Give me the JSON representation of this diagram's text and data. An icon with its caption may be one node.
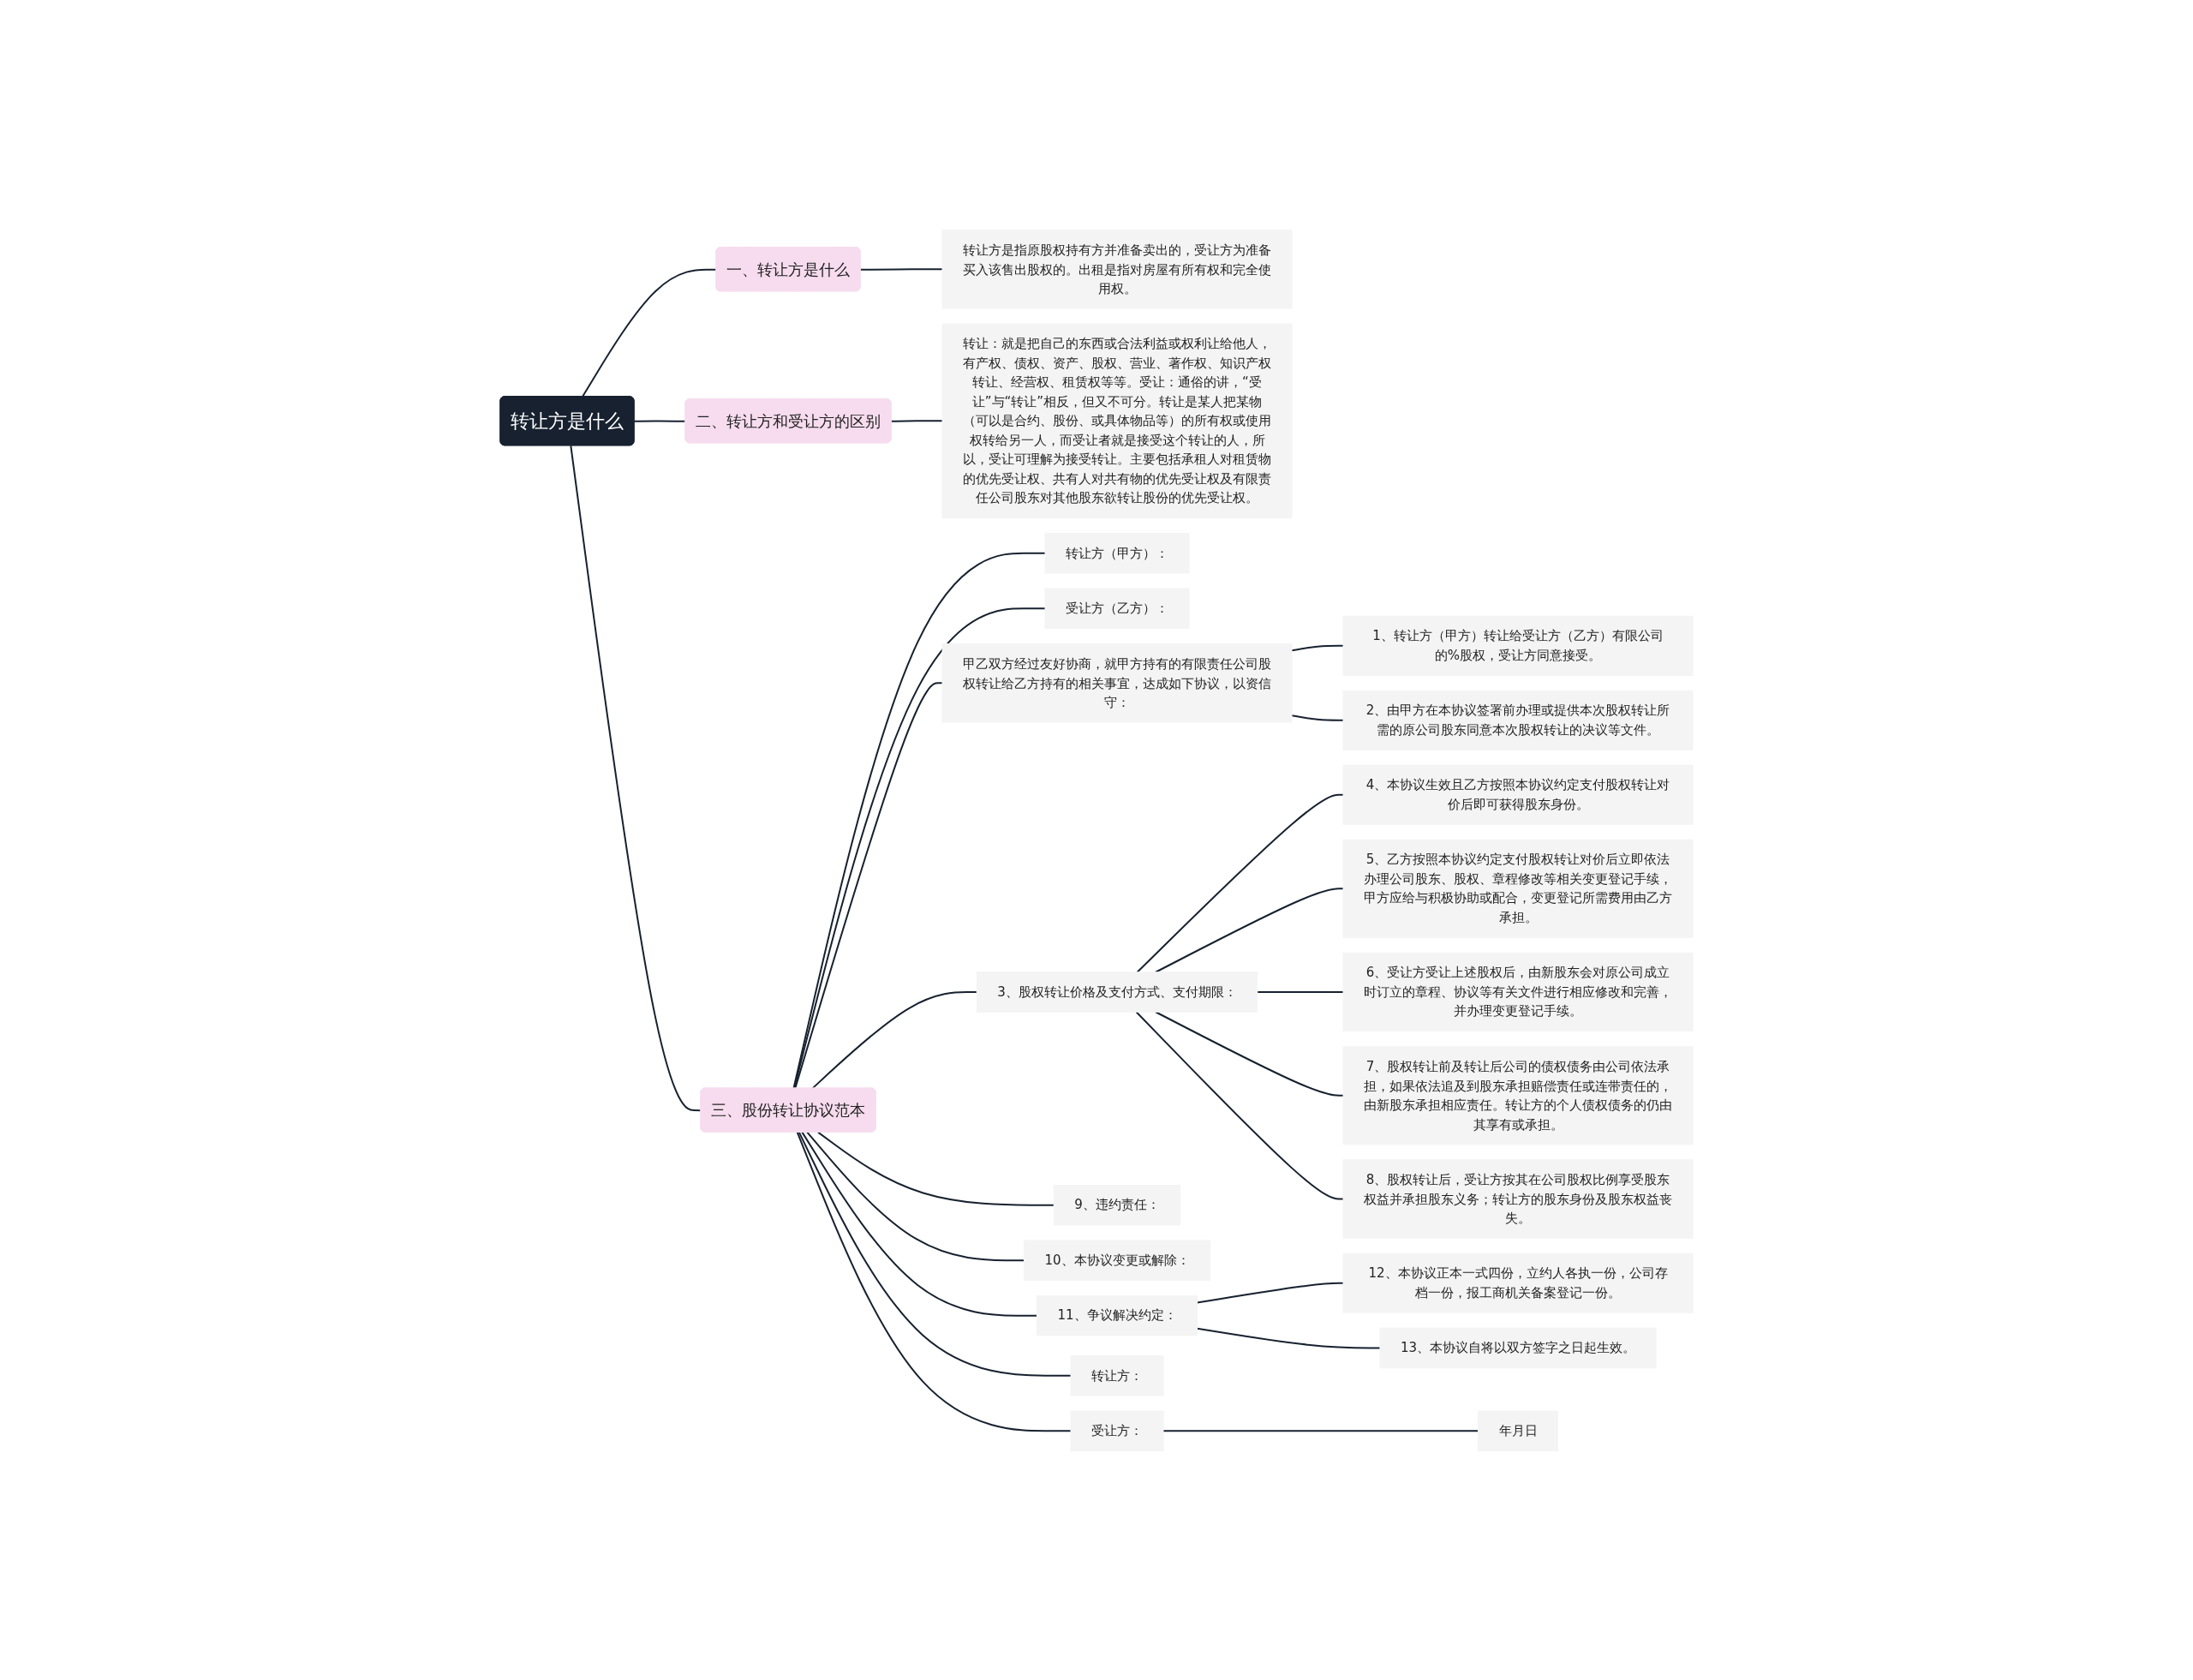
{
  "diagram": {
    "nodes": [
      {
        "text": [
          "转让方是什么"
        ]
      },
      {
        "text": [
          "一、转让方是什么"
        ]
      },
      {
        "text": [
          "转让方是指原股权持有方并准备卖出的，受让方为准备买入该售出股权的。出租是指对房屋有所有权和完全使用权。"
        ]
      },
      {
        "text": [
          "二、转让方和受让方的区别"
        ]
      },
      {
        "text": [
          "转让：就是把自己的东西或合法利益或权利让给他人，有产权、债权、资产、股权、营业、著作权、知识产权转让、经营权、租赁权等等。受让：通俗的讲，“受让”与“转让”相反，但又不可分。转让是某人把某物（可以是合约、股份、或具体物品等）的所有权或使用权转给另一人，而受让者就是接受这个转让的人，所以，受让可理解为接受转让。主要包括承租人对租赁物的优先受让权、共有人对共有物的优先受让权及有限责任公司股东对其他股东欲转让股份的优先受让权。"
        ]
      },
      {
        "text": [
          "三、股份转让协议范本"
        ]
      },
      {
        "text": [
          "转让方（甲方）："
        ]
      },
      {
        "text": [
          "受让方（乙方）："
        ]
      },
      {
        "text": [
          "甲乙双方经过友好协商，就甲方持有的有限责任公司股权转让给乙方持有的相关事宜，达成如下协议，以资信守："
        ]
      },
      {
        "text": [
          "1、转让方（甲方）转让给受让方（乙方）有限公司的%股权，受让方同意接受。"
        ]
      },
      {
        "text": [
          "2、由甲方在本协议签署前办理或提供本次股权转让所需的原公司股东同意本次股权转让的决议等文件。"
        ]
      },
      {
        "text": [
          "3、股权转让价格及支付方式、支付期限："
        ]
      },
      {
        "text": [
          "4、本协议生效且乙方按照本协议约定支付股权转让对价后即可获得股东身份。"
        ]
      },
      {
        "text": [
          "5、乙方按照本协议约定支付股权转让对价后立即依法办理公司股东、股权、章程修改等相关变更登记手续，甲方应给与积极协助或配合，变更登记所需费用由乙方承担。"
        ]
      },
      {
        "text": [
          "6、受让方受让上述股权后，由新股东会对原公司成立时订立的章程、协议等有关文件进行相应修改和完善，并办理变更登记手续。"
        ]
      },
      {
        "text": [
          "7、股权转让前及转让后公司的债权债务由公司依法承担，如果依法追及到股东承担赔偿责任或连带责任的，由新股东承担相应责任。转让方的个人债权债务的仍由其享有或承担。"
        ]
      },
      {
        "text": [
          "8、股权转让后，受让方按其在公司股权比例享受股东权益并承担股东义务；转让方的股东身份及股东权益丧失。"
        ]
      },
      {
        "text": [
          "9、违约责任："
        ]
      },
      {
        "text": [
          "10、本协议变更或解除："
        ]
      },
      {
        "text": [
          "11、争议解决约定："
        ]
      },
      {
        "text": [
          "12、本协议正本一式四份，立约人各执一份，公司存档一份，报工商机关备案登记一份。"
        ]
      },
      {
        "text": [
          "13、本协议自将以双方签字之日起生效。"
        ]
      },
      {
        "text": [
          "转让方："
        ]
      },
      {
        "text": [
          "受让方："
        ]
      },
      {
        "text": [
          "年月日"
        ]
      }
    ],
    "edges": [
      {
        "from": 0,
        "to": 1,
        "arrow": "none"
      },
      {
        "from": 1,
        "to": 2,
        "arrow": "none"
      },
      {
        "from": 0,
        "to": 3,
        "arrow": "none"
      },
      {
        "from": 3,
        "to": 4,
        "arrow": "none"
      },
      {
        "from": 0,
        "to": 5,
        "arrow": "none"
      },
      {
        "from": 5,
        "to": 6,
        "arrow": "none"
      },
      {
        "from": 5,
        "to": 7,
        "arrow": "none"
      },
      {
        "from": 5,
        "to": 8,
        "arrow": "none"
      },
      {
        "from": 8,
        "to": 9,
        "arrow": "none"
      },
      {
        "from": 8,
        "to": 10,
        "arrow": "none"
      },
      {
        "from": 5,
        "to": 11,
        "arrow": "none"
      },
      {
        "from": 11,
        "to": 12,
        "arrow": "none"
      },
      {
        "from": 11,
        "to": 13,
        "arrow": "none"
      },
      {
        "from": 11,
        "to": 14,
        "arrow": "none"
      },
      {
        "from": 11,
        "to": 15,
        "arrow": "none"
      },
      {
        "from": 11,
        "to": 16,
        "arrow": "none"
      },
      {
        "from": 5,
        "to": 17,
        "arrow": "none"
      },
      {
        "from": 5,
        "to": 18,
        "arrow": "none"
      },
      {
        "from": 5,
        "to": 19,
        "arrow": "none"
      },
      {
        "from": 19,
        "to": 20,
        "arrow": "none"
      },
      {
        "from": 19,
        "to": 21,
        "arrow": "none"
      },
      {
        "from": 5,
        "to": 22,
        "arrow": "none"
      },
      {
        "from": 5,
        "to": 23,
        "arrow": "none"
      },
      {
        "from": 23,
        "to": 24,
        "arrow": "none"
      }
    ]
  }
}
